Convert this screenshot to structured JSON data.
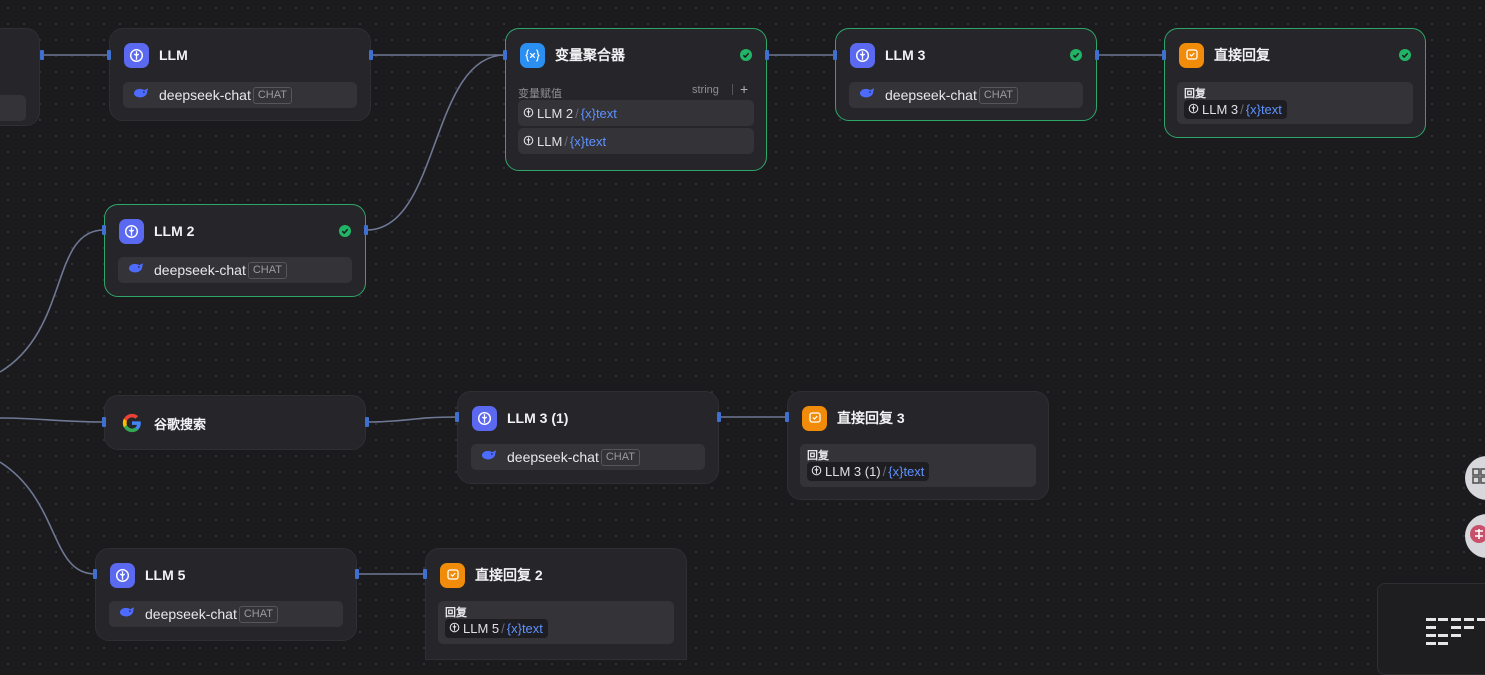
{
  "nodes": {
    "llm": {
      "title": "LLM",
      "model": "deepseek-chat",
      "tag": "CHAT"
    },
    "llm2": {
      "title": "LLM 2",
      "model": "deepseek-chat",
      "tag": "CHAT"
    },
    "llm3": {
      "title": "LLM 3",
      "model": "deepseek-chat",
      "tag": "CHAT"
    },
    "llm3_1": {
      "title": "LLM 3 (1)",
      "model": "deepseek-chat",
      "tag": "CHAT"
    },
    "llm5": {
      "title": "LLM 5",
      "model": "deepseek-chat",
      "tag": "CHAT"
    },
    "google": {
      "title": "谷歌搜索"
    },
    "aggregator": {
      "title": "变量聚合器",
      "assign_label": "变量赋值",
      "type_label": "string",
      "add_label": "+",
      "vars": [
        {
          "node": "LLM 2",
          "sep": "/",
          "var": "{x}text"
        },
        {
          "node": "LLM",
          "sep": "/",
          "var": "{x}text"
        }
      ]
    },
    "answer": {
      "title": "直接回复",
      "reply_label": "回复",
      "ref_node": "LLM 3",
      "sep": "/",
      "ref_var": "{x}text"
    },
    "answer2": {
      "title": "直接回复 2",
      "reply_label": "回复",
      "ref_node": "LLM 5",
      "sep": "/",
      "ref_var": "{x}text"
    },
    "answer3": {
      "title": "直接回复 3",
      "reply_label": "回复",
      "ref_node": "LLM 3 (1)",
      "sep": "/",
      "ref_var": "{x}text"
    }
  },
  "colors": {
    "canvas": "#1b1b1d",
    "node_bg": "#26262a",
    "success_border": "#2ea66a",
    "llm_icon": "#5b68f0",
    "aggregator_icon": "#2a8ff0",
    "answer_icon": "#f08c0a",
    "edge": "#6e7894",
    "handle": "#3f6fd0",
    "variable": "#5f92ff"
  },
  "icons": {
    "llm": "llm-brain-icon",
    "model": "deepseek-whale-icon",
    "aggregator": "variable-x-icon",
    "answer": "reply-chat-icon",
    "google": "google-icon",
    "status": "success-check-icon"
  }
}
